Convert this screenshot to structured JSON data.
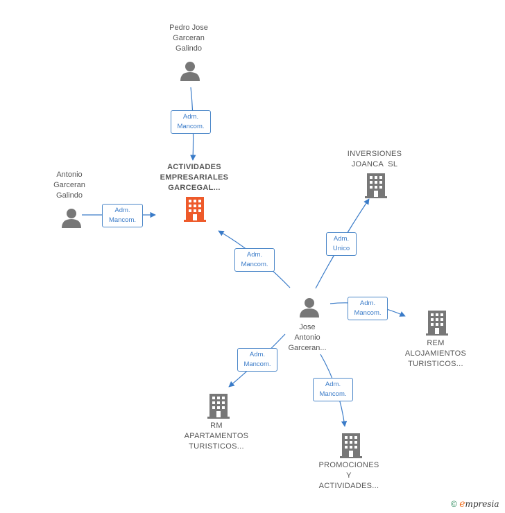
{
  "nodes": {
    "pedro": {
      "label_lines": [
        "Pedro Jose",
        "Garceran",
        "Galindo"
      ],
      "icon": "person-icon"
    },
    "antonio": {
      "label_lines": [
        "Antonio",
        "Garceran",
        "Galindo"
      ],
      "icon": "person-icon"
    },
    "actividades": {
      "label_lines": [
        "ACTIVIDADES",
        "EMPRESARIALES",
        "GARCEGAL..."
      ],
      "icon": "building-icon",
      "color": "#ee5a2a"
    },
    "inversiones": {
      "label_lines": [
        "INVERSIONES",
        "JOANCA  SL"
      ],
      "icon": "building-icon",
      "color": "#777777"
    },
    "jose": {
      "label_lines": [
        "Jose",
        "Antonio",
        "Garceran..."
      ],
      "icon": "person-icon"
    },
    "rem": {
      "label_lines": [
        "REM",
        "ALOJAMIENTOS",
        "TURISTICOS..."
      ],
      "icon": "building-icon",
      "color": "#777777"
    },
    "rm": {
      "label_lines": [
        "RM",
        "APARTAMENTOS",
        "TURISTICOS..."
      ],
      "icon": "building-icon",
      "color": "#777777"
    },
    "promociones": {
      "label_lines": [
        "PROMOCIONES",
        "Y",
        "ACTIVIDADES..."
      ],
      "icon": "building-icon",
      "color": "#777777"
    }
  },
  "edges": [
    {
      "from": "pedro",
      "to": "actividades",
      "label_lines": [
        "Adm.",
        "Mancom."
      ]
    },
    {
      "from": "antonio",
      "to": "actividades",
      "label_lines": [
        "Adm.",
        "Mancom."
      ]
    },
    {
      "from": "jose",
      "to": "actividades",
      "label_lines": [
        "Adm.",
        "Mancom."
      ]
    },
    {
      "from": "jose",
      "to": "inversiones",
      "label_lines": [
        "Adm.",
        "Unico"
      ]
    },
    {
      "from": "jose",
      "to": "rem",
      "label_lines": [
        "Adm.",
        "Mancom."
      ]
    },
    {
      "from": "jose",
      "to": "rm",
      "label_lines": [
        "Adm.",
        "Mancom."
      ]
    },
    {
      "from": "jose",
      "to": "promociones",
      "label_lines": [
        "Adm.",
        "Mancom."
      ]
    }
  ],
  "colors": {
    "edge": "#3a7bc8",
    "person": "#777777"
  },
  "footer": {
    "copyright": "©",
    "brand_initial": "e",
    "brand_rest": "mpresia"
  }
}
